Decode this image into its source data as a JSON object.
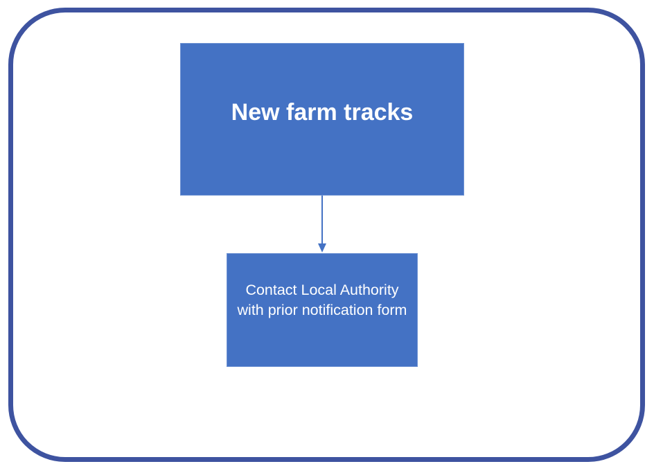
{
  "diagram": {
    "nodes": [
      {
        "id": "new-farm-tracks",
        "label": "New farm tracks"
      },
      {
        "id": "contact-local-authority",
        "label": "Contact Local Authority with prior notification form"
      }
    ],
    "edges": [
      {
        "from": "new-farm-tracks",
        "to": "contact-local-authority"
      }
    ]
  },
  "colors": {
    "frame_border": "#3e53a0",
    "node_fill": "#4472c4",
    "connector": "#4472c4",
    "node_text": "#ffffff"
  }
}
